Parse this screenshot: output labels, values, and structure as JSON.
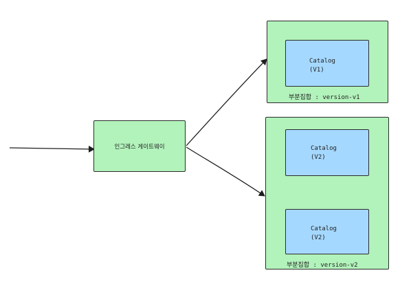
{
  "gateway": {
    "label": "인그레스 게이트웨이"
  },
  "subsets": [
    {
      "label": "부분집합 : version-v1",
      "services": [
        {
          "name": "Catalog",
          "version": "(V1)"
        }
      ]
    },
    {
      "label": "부분집합 : version-v2",
      "services": [
        {
          "name": "Catalog",
          "version": "(V2)"
        },
        {
          "name": "Catalog",
          "version": "(V2)"
        }
      ]
    }
  ],
  "colors": {
    "group_fill": "#b2f2bb",
    "service_fill": "#a5d8ff",
    "stroke": "#1e1e1e"
  }
}
